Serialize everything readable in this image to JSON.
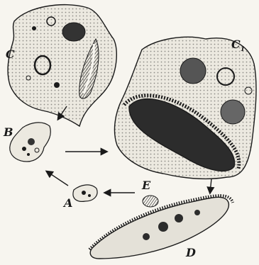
{
  "figure": {
    "labels": {
      "A": "A",
      "B": "B",
      "C": "C",
      "C1_base": "C",
      "C1_sub": "1",
      "D": "D",
      "E": "E"
    },
    "colors": {
      "ink": "#1a1a1a",
      "paper": "#f7f5ef",
      "cell_fill": "#e9e6dd"
    }
  }
}
